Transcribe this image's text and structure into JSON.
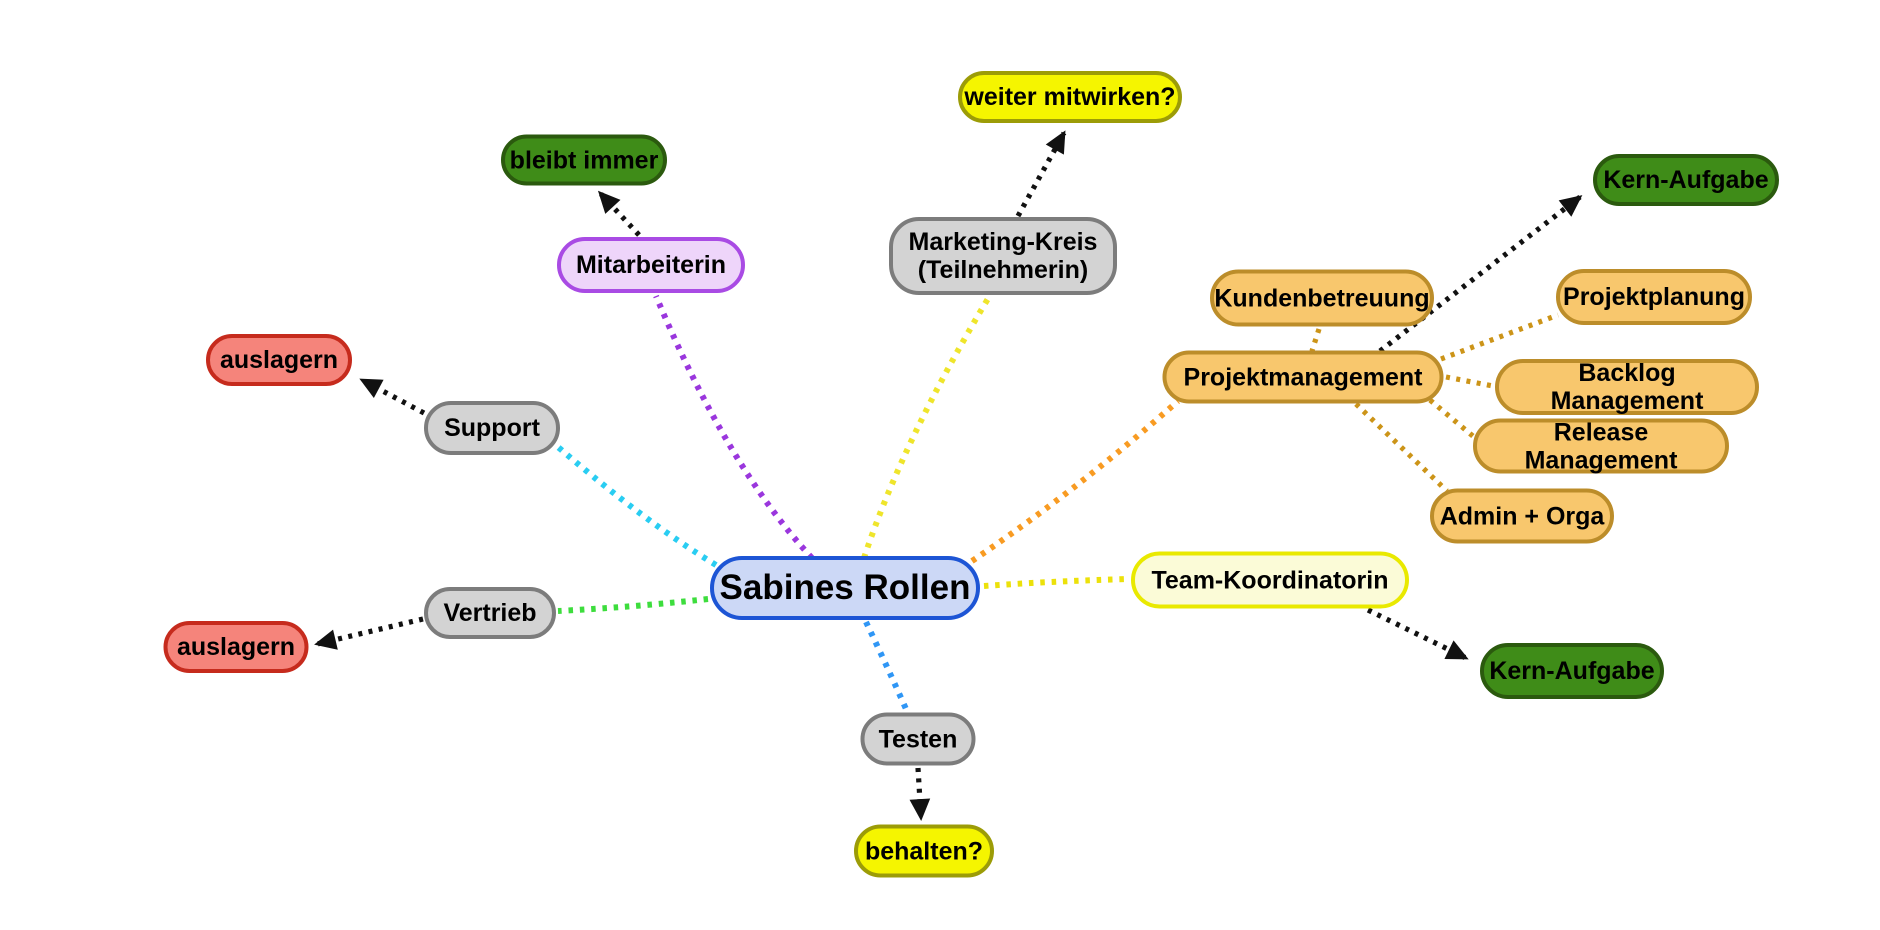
{
  "title": "Sabines Rollen",
  "nodes": {
    "root": {
      "label": "Sabines Rollen"
    },
    "support": {
      "label": "Support"
    },
    "support_auslagern": {
      "label": "auslagern"
    },
    "mitarbeiterin": {
      "label": "Mitarbeiterin"
    },
    "bleibt_immer": {
      "label": "bleibt immer"
    },
    "marketing": {
      "label": "Marketing-Kreis\n(Teilnehmerin)"
    },
    "weiter_mitwirken": {
      "label": "weiter mitwirken?"
    },
    "projektmanagement": {
      "label": "Projektmanagement"
    },
    "kundenbetreuung": {
      "label": "Kundenbetreuung"
    },
    "projektplanung": {
      "label": "Projektplanung"
    },
    "backlog_management": {
      "label": "Backlog Management"
    },
    "release_management": {
      "label": "Release Management"
    },
    "admin_orga": {
      "label": "Admin + Orga"
    },
    "kern_aufgabe_pm": {
      "label": "Kern-Aufgabe"
    },
    "team_koordinatorin": {
      "label": "Team-Koordinatorin"
    },
    "kern_aufgabe_team": {
      "label": "Kern-Aufgabe"
    },
    "vertrieb": {
      "label": "Vertrieb"
    },
    "vertrieb_auslagern": {
      "label": "auslagern"
    },
    "testen": {
      "label": "Testen"
    },
    "behalten": {
      "label": "behalten?"
    }
  },
  "edges": [
    {
      "from": "Sabines Rollen",
      "to": "Support",
      "color": "cyan",
      "arrow": false
    },
    {
      "from": "Sabines Rollen",
      "to": "Mitarbeiterin",
      "color": "purple",
      "arrow": false
    },
    {
      "from": "Sabines Rollen",
      "to": "Marketing-Kreis (Teilnehmerin)",
      "color": "yellow",
      "arrow": false
    },
    {
      "from": "Sabines Rollen",
      "to": "Projektmanagement",
      "color": "orange",
      "arrow": false
    },
    {
      "from": "Sabines Rollen",
      "to": "Team-Koordinatorin",
      "color": "yellow",
      "arrow": false
    },
    {
      "from": "Sabines Rollen",
      "to": "Vertrieb",
      "color": "green",
      "arrow": false
    },
    {
      "from": "Sabines Rollen",
      "to": "Testen",
      "color": "blue",
      "arrow": false
    },
    {
      "from": "Support",
      "to": "auslagern",
      "color": "black",
      "arrow": true
    },
    {
      "from": "Mitarbeiterin",
      "to": "bleibt immer",
      "color": "black",
      "arrow": true
    },
    {
      "from": "Marketing-Kreis (Teilnehmerin)",
      "to": "weiter mitwirken?",
      "color": "black",
      "arrow": true
    },
    {
      "from": "Projektmanagement",
      "to": "Kern-Aufgabe",
      "color": "black",
      "arrow": true
    },
    {
      "from": "Projektmanagement",
      "to": "Kundenbetreuung",
      "color": "gold",
      "arrow": false
    },
    {
      "from": "Projektmanagement",
      "to": "Projektplanung",
      "color": "gold",
      "arrow": false
    },
    {
      "from": "Projektmanagement",
      "to": "Backlog Management",
      "color": "gold",
      "arrow": false
    },
    {
      "from": "Projektmanagement",
      "to": "Release Management",
      "color": "gold",
      "arrow": false
    },
    {
      "from": "Projektmanagement",
      "to": "Admin + Orga",
      "color": "gold",
      "arrow": false
    },
    {
      "from": "Team-Koordinatorin",
      "to": "Kern-Aufgabe",
      "color": "black",
      "arrow": true
    },
    {
      "from": "Vertrieb",
      "to": "auslagern",
      "color": "black",
      "arrow": true
    },
    {
      "from": "Testen",
      "to": "behalten?",
      "color": "black",
      "arrow": true
    }
  ],
  "colors": {
    "root_fill": "#ccd8f6",
    "root_border": "#1d55d5",
    "gray_fill": "#d3d3d3",
    "gray_border": "#7c7c7c",
    "red_fill": "#f5847b",
    "red_border": "#c62b1d",
    "green_fill": "#3f8c18",
    "green_border": "#2b5a0e",
    "yellow_fill": "#f5f500",
    "yellow_border": "#9c9c07",
    "pale_yellow_fill": "#fbfbd7",
    "pale_yellow_border": "#e9e900",
    "purple_fill": "#eed5fa",
    "purple_border": "#a94be4",
    "orange_fill": "#f8c76d",
    "orange_border": "#bc8d2a",
    "edge_cyan": "#29cdf2",
    "edge_purple": "#9a36dd",
    "edge_yellow": "#efe52b",
    "edge_orange": "#f89b22",
    "edge_green": "#3ddd3d",
    "edge_blue": "#2f96f5",
    "edge_gold": "#cc9418",
    "edge_black": "#111111"
  }
}
